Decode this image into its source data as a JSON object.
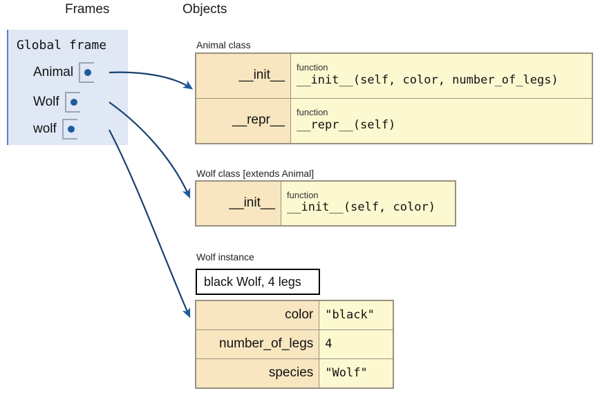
{
  "headings": {
    "frames": "Frames",
    "objects": "Objects"
  },
  "frame": {
    "title": "Global frame",
    "variables": [
      {
        "name": "Animal",
        "points_to": "animal-class"
      },
      {
        "name": "Wolf",
        "points_to": "wolf-class"
      },
      {
        "name": "wolf",
        "points_to": "wolf-instance"
      }
    ]
  },
  "objects": {
    "animal_class": {
      "caption": "Animal class",
      "rows": [
        {
          "key": "__init__",
          "type": "function",
          "signature": "__init__(self, color, number_of_legs)"
        },
        {
          "key": "__repr__",
          "type": "function",
          "signature": "__repr__(self)"
        }
      ]
    },
    "wolf_class": {
      "caption": "Wolf class [extends Animal]",
      "rows": [
        {
          "key": "__init__",
          "type": "function",
          "signature": "__init__(self, color)"
        }
      ]
    },
    "wolf_instance": {
      "caption": "Wolf instance",
      "repr": "black Wolf, 4 legs",
      "rows": [
        {
          "key": "color",
          "value": "\"black\""
        },
        {
          "key": "number_of_legs",
          "value": "4"
        },
        {
          "key": "species",
          "value": "\"Wolf\""
        }
      ]
    }
  },
  "colors": {
    "frame_background": "#e0e7f5",
    "frame_border": "#5b7fc0",
    "key_cell": "#f7e6bf",
    "value_cell": "#fcf8d0",
    "table_border": "#999082",
    "pointer": "#1d5b9e",
    "repr_border": "#000000"
  }
}
